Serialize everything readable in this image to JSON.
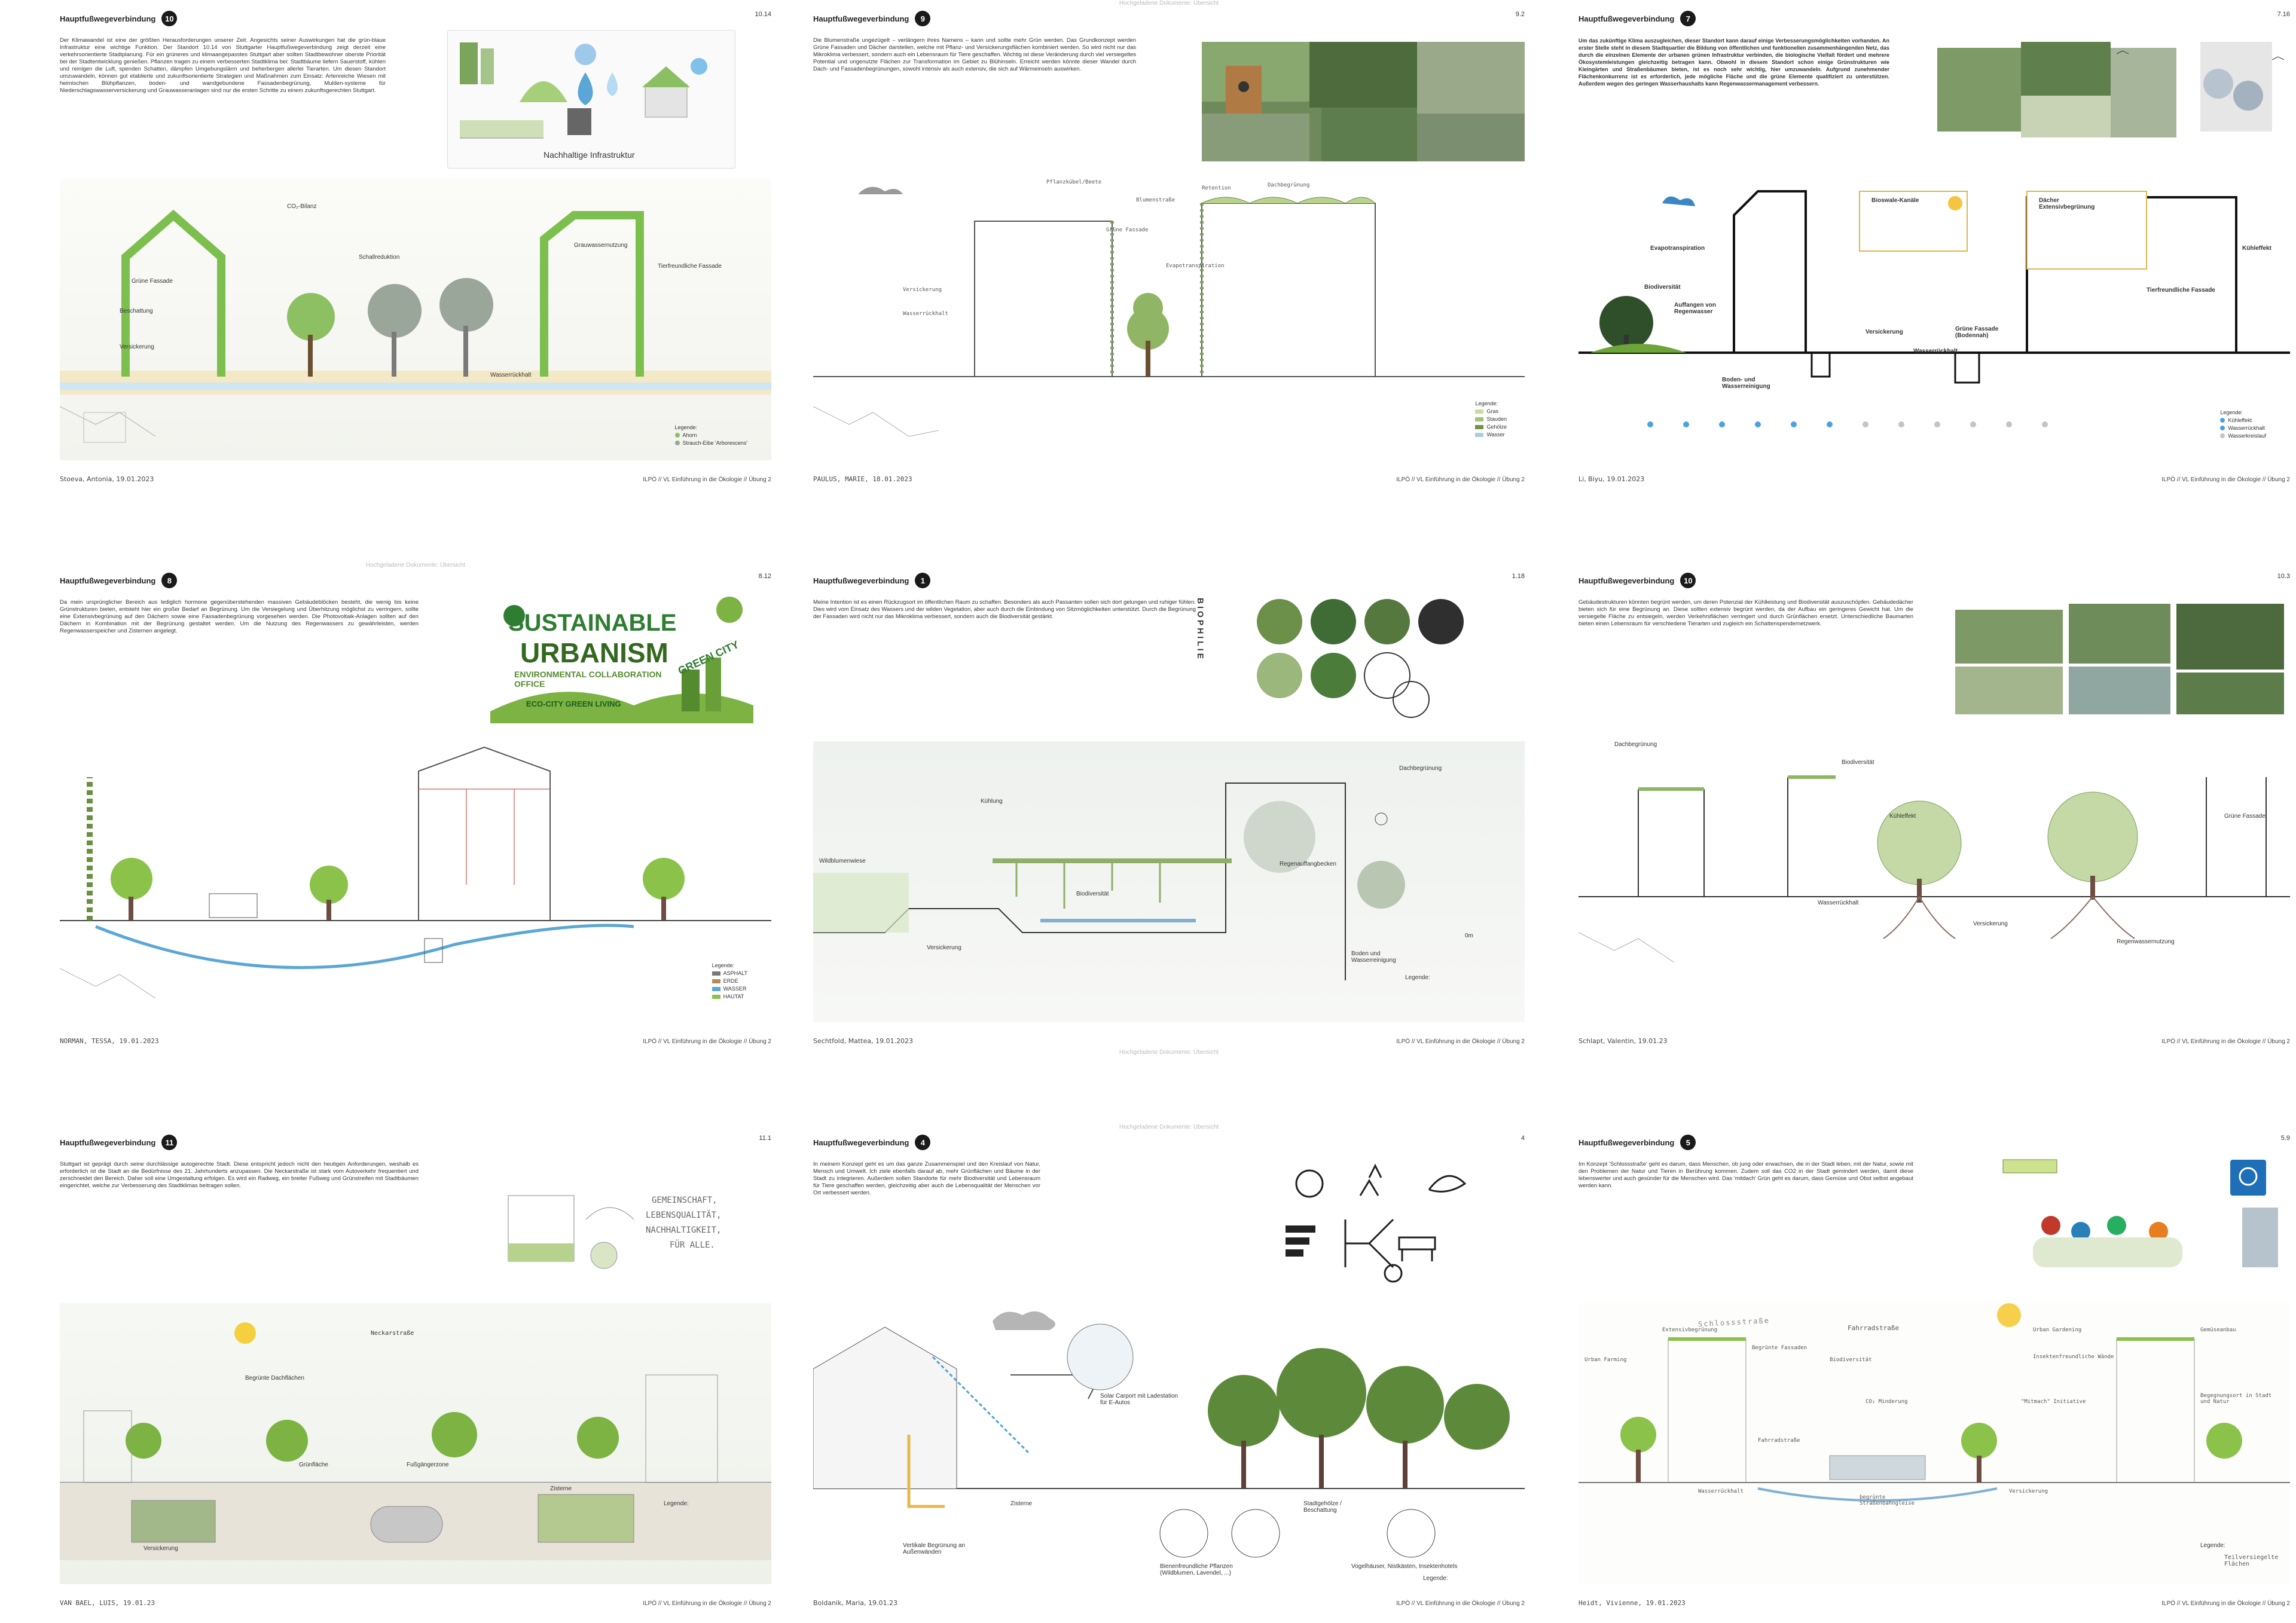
{
  "common": {
    "section_title": "Hauptfußwegeverbindung",
    "course": "ILPÖ // VL Einführung in die Ökologie // Übung 2",
    "watermark": "Hochgeladene Dokumente: Übersicht"
  },
  "panels": [
    {
      "badge": "10",
      "page": "10.14",
      "text": "Der Klimawandel ist eine der größten Herausforderungen unserer Zeit. Angesichts seiner Auswirkungen hat die grün-blaue Infrastruktur eine wichtige Funktion. Der Standort 10.14 von Stuttgarter Hauptfußwegeverbindung zeigt derzeit eine verkehrsorientierte Stadtplanung. Für ein grüneres und klimaangepasstes Stuttgart aber sollten Stadtbewohner oberste Priorität bei der Stadtentwicklung genießen. Pflanzen tragen zu einem verbesserten Stadtklima bei: Stadtbäume liefern Sauerstoff, kühlen und reinigen die Luft, spenden Schatten, dämpfen Umgebungslärm und beherbergen allerlei Tierarten. Um diesen Standort umzuwandeln, können gut etablierte und zukunftsorientierte Strategien und Maßnahmen zum Einsatz: Artenreiche Wiesen mit heimischen Blühpflanzen, boden- und wandgebundene Fassadenbegrünung, Mulden-systeme für Niederschlagswasserversickerung und Grauwasseranlagen sind nur die ersten Schritte zu einem zukunftsgerechten Stuttgart.",
      "collage_title": "Nachhaltige Infrastruktur",
      "labels": [
        "CO₂-Bilanz",
        "Grüne Fassade",
        "Schallreduktion",
        "Grauwassernutzung",
        "Tierfreundliche Fassade",
        "Beschattung",
        "Versickerung",
        "Wasserrückhalt"
      ],
      "legend_title": "Legende:",
      "legend": [
        "Ahorn",
        "Strauch-Eibe 'Arborescens'"
      ],
      "author": "Stoeva, Antonia, 19.01.2023"
    },
    {
      "badge": "9",
      "page": "9.2",
      "text": "Die Blumenstraße ungezügelt – verlängern ihres Namens – kann und sollte mehr Grün werden. Das Grundkonzept werden Grüne Fassaden und Dächer darstellen, welche mit Pflanz- und Versickerungsflächen kombiniert werden. So wird nicht nur das Mikroklima verbessert, sondern auch ein Lebensraum für Tiere geschaffen. Wichtig ist diese Veränderung durch viel versiegeltes Potential und ungenutzte Flächen zur Transformation im Gebiet zu Blühinseln. Erreicht werden könnte dieser Wandel durch Dach- und Fassadenbegrünungen, sowohl intensiv als auch extensiv, die sich auf Wärmeinseln auswirken.",
      "labels": [
        "Pflanzkübel/Beete",
        "Blumenstraße",
        "Grüne Fassade",
        "Retention",
        "Dachbegrünung",
        "Evapotranspiration",
        "Versickerung",
        "Wasserrückhalt"
      ],
      "legend_title": "Legende:",
      "legend": [
        "Gras",
        "Stauden",
        "Gehölze",
        "Wasser"
      ],
      "author": "PAULUS, MARIE, 18.01.2023"
    },
    {
      "badge": "7",
      "page": "7.16",
      "text": "Um das zukünftige Klima auszugleichen, dieser Standort kann darauf einige Verbesserungsmöglichkeiten vorhanden. An erster Stelle steht in diesem Stadtquartier die Bildung von öffentlichen und funktionellen zusammenhängenden Netz, das durch die einzelnen Elemente der urbanen grünen Infrastruktur verbinden, die biologische Vielfalt fördert und mehrere Ökosystemleistungen gleichzeitig betragen kann. Obwohl in diesem Standort schon einige Grünstrukturen wie Kleingärten und Straßenbäumen bieten, ist es noch sehr wichtig, hier umzuwandeln. Aufgrund zunehmender Flächenkonkurrenz ist es erforderlich, jede mögliche Fläche und die grüne Elemente qualifiziert zu unterstützen. Außerdem wegen des geringen Wasserhaushalts kann Regenwassermanagement verbessern.",
      "labels": [
        "Evapotranspiration",
        "Biodiversität",
        "Auffangen von Regenwasser",
        "Bioswale-Kanäle",
        "Dächer Extensivbegrünung",
        "Kühleffekt",
        "Tierfreundliche Fassade",
        "Versickerung",
        "Wasserrückhalt",
        "Grüne Fassade (Bodennah)",
        "Boden- und Wasserreinigung"
      ],
      "legend_title": "Legende:",
      "legend": [
        "Kühleffekt",
        "Wasserrückhalt",
        "Wasserkreislauf"
      ],
      "author": "Li, Biyu, 19.01.2023"
    },
    {
      "badge": "8",
      "page": "8.12",
      "text": "Da mein ursprünglicher Bereich aus lediglich hormone gegenüberstehenden massiven Gebäudeblöcken besteht, die wenig bis keine Grünstrukturen bieten, entsteht hier ein großer Bedarf an Begrünung. Um die Versiegelung und Überhitzung möglichst zu verringern, sollte eine Extensivbegrünung auf den Dächern sowie eine Fassadenbegrünung vorgesehen werden. Die Photovoltaik-Anlagen sollten auf den Dächern in Kombination mit der Begrünung gestaltet werden. Um die Nutzung des Regenwassers zu gewährleisten, werden Regenwasserspeicher und Zisternen angelegt.",
      "brand_1": "SUSTAINABLE",
      "brand_2": "URBANISM",
      "brand_3": "ENVIRONMENTAL COLLABORATION OFFICE",
      "brand_4": "ECO-CITY GREEN LIVING",
      "brand_5": "GREEN CITY",
      "legend_title": "Legende:",
      "legend": [
        "ASPHALT",
        "ERDE",
        "WASSER",
        "HAUTAT"
      ],
      "author": "NORMAN, TESSA, 19.01.2023"
    },
    {
      "badge": "1",
      "page": "1.18",
      "text": "Meine Intention ist es einen Rückzugsort im öffentlichen Raum zu schaffen. Besonders als auch Passanten sollen sich dort gelungen und ruhiger fühlen. Dies wird vom Einsatz des Wassers und der wilden Vegetation, aber auch durch die Einbindung von Sitzmöglichkeiten unterstützt. Durch die Begrünung der Fassaden wird nicht nur das Mikroklima verbessert, sondern auch die Biodiversität gestärkt.",
      "side_word": "BIOPHILIE",
      "labels": [
        "Kühlung",
        "Wildblumenwiese",
        "Biodiversität",
        "Dachbegrünung",
        "Regenauffangbecken",
        "Versickerung",
        "Boden und Wasserreinigung"
      ],
      "legend_title": "Legende:",
      "scale": "0m",
      "author": "Sechtfold, Mattea, 19.01.2023"
    },
    {
      "badge": "10",
      "page": "10.3",
      "text": "Gebäudestrukturen könnten begrünt werden, um deren Potenzial der Kühlleistung und Biodiversität auszuschöpfen. Gebäudedächer bieten sich für eine Begrünung an. Diese sollten extensiv begrünt werden, da der Aufbau ein geringeres Gewicht hat. Um die versiegelte Fläche zu entsiegeln, werden Verkehrsflächen verringert und durch Grünflächen ersetzt. Unterschiedliche Baumarten bieten einen Lebensraum für verschiedene Tierarten und zugleich ein Schattenspendernetzwerk.",
      "labels": [
        "Dachbegrünung",
        "Biodiversität",
        "Kühleffekt",
        "Grüne Fassade",
        "Versickerung",
        "Regenwassernutzung",
        "Wasserrückhalt"
      ],
      "author": "Schlapt, Valentin, 19.01.23"
    },
    {
      "badge": "11",
      "page": "11.1",
      "text": "Stuttgart ist geprägt durch seine durchlässige autogerechte Stadt. Diese entspricht jedoch nicht den heutigen Anforderungen, weshalb es erforderlich ist die Stadt an die Bedürfnisse des 21. Jahrhunderts anzupassen. Die Neckarstraße ist stark vom Autoverkehr frequentiert und zerschneidet den Bereich. Daher soll eine Umgestaltung erfolgen. Es wird ein Radweg, ein breiter Fußweg und Grünstreifen mit Stadtbäumen eingerichtet, welche zur Verbesserung des Stadtklimas beitragen sollen.",
      "collage_words": [
        "GEMEINSCHAFT,",
        "LEBENSQUALITÄT,",
        "NACHHALTIGKEIT,",
        "FÜR ALLE."
      ],
      "labels": [
        "Neckarstraße",
        "Fußgängerzone",
        "Begrünte Dachflächen",
        "Grünfläche",
        "Zisterne",
        "Versickerung"
      ],
      "legend_title": "Legende:",
      "author": "VAN BAEL, LUIS, 19.01.23"
    },
    {
      "badge": "4",
      "page": "4",
      "text": "In meinem Konzept geht es um das ganze Zusammenspiel und den Kreislauf von Natur, Mensch und Umwelt. Ich ziele ebenfalls darauf ab, mehr Grünflächen und Bäume in der Stadt zu integrieren. Außerdem sollen Standorte für mehr Biodiversität und Lebensraum für Tiere geschaffen werden, gleichzeitig aber auch die Lebensqualität der Menschen vor Ort verbessert werden.",
      "labels": [
        "Solar Carport mit Ladestation für E-Autos",
        "Zisterne",
        "Vertikale Begrünung an Außenwänden",
        "Bienenfreundliche Pflanzen (Wildblumen, Lavendel, ...)",
        "Stadtgehölze / Beschattung",
        "Vogelhäuser, Nistkästen, Insektenhotels"
      ],
      "legend_title": "Legende:",
      "author": "Boldanik, Maria, 19.01.23"
    },
    {
      "badge": "5",
      "page": "5.9",
      "text": "Im Konzept 'Schlossstraße' geht es darum, dass Menschen, ob jung oder erwachsen, die in der Stadt leben, mit der Natur, sowie mit den Problemen der Natur und Tieren in Berührung kommen. Zudem soll das CO2 in der Stadt gemindert werden, damit diese lebenswerter und auch gesünder für die Menschen wird. Das 'mitdach' Grün geht es darum, dass Gemüse und Obst selbst angebaut werden kann.",
      "banner": "Schlossstraße",
      "sign": "Fahrradstraße",
      "labels": [
        "Extensivbegrünung",
        "Begrünte Fassaden",
        "Biodiversität",
        "Urban Gardening",
        "Gemüseanbau",
        "Insektenfreundliche Wände",
        "Urban Farming",
        "CO₂ Minderung",
        "\"Mitmach\" Initiative",
        "Begegnungsort in Stadt und Natur",
        "Fahrradstraße",
        "Wasserrückhalt",
        "begrünte Straßenbahngleise",
        "Versickerung",
        "Teilversiegelte Flächen"
      ],
      "legend_title": "Legende:",
      "author": "Heidt, Vivienne, 19.01.2023"
    }
  ]
}
